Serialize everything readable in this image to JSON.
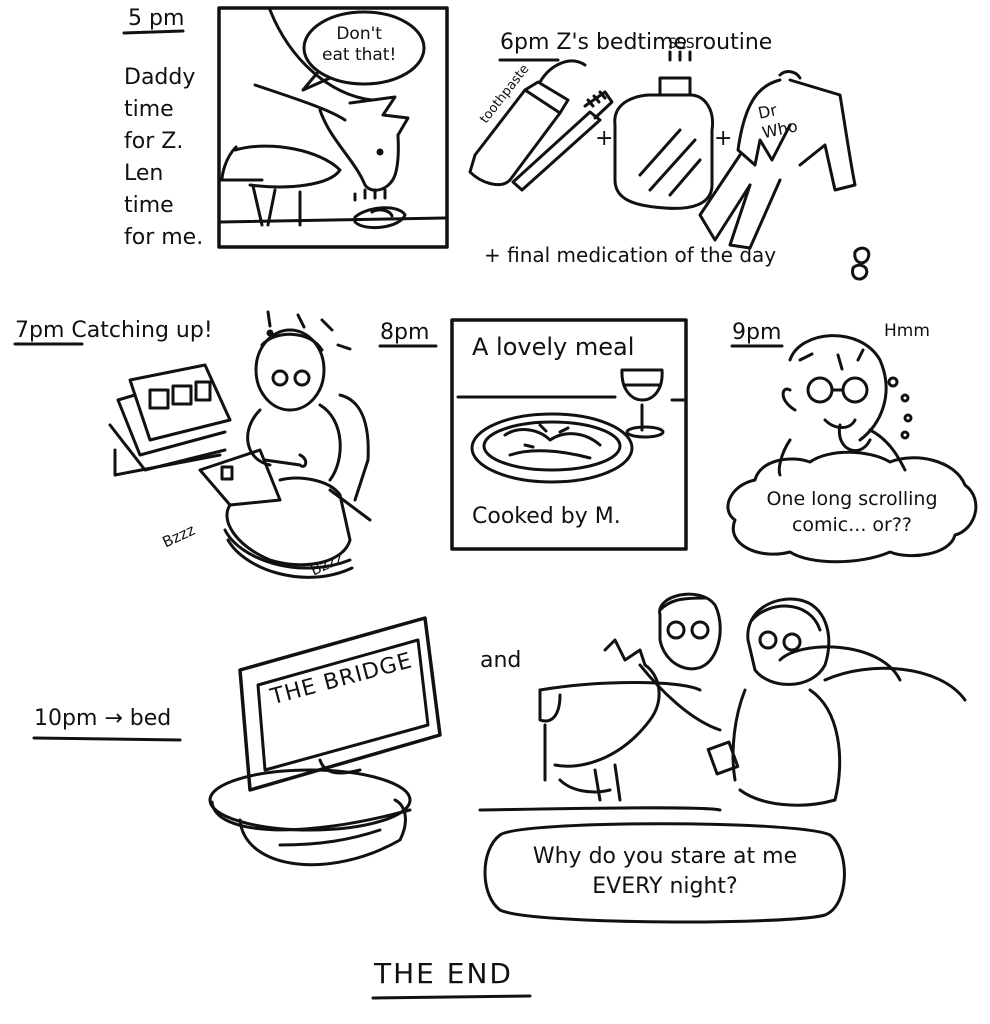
{
  "panel_5pm": {
    "time": "5 pm",
    "lines": [
      "Daddy",
      "time",
      "for Z.",
      "Len",
      "time",
      "for me."
    ],
    "speech": [
      "Don't",
      "eat that!"
    ]
  },
  "panel_6pm": {
    "title": "6pm Z's bedtime routine",
    "toothpaste_label": "toothpaste",
    "plus": "+",
    "steam": "SSS",
    "shirt_text": [
      "Dr",
      "Who"
    ],
    "caption": "+ final medication of the day"
  },
  "panel_7pm": {
    "title": "7pm Catching up!",
    "buzz": "Bzzz"
  },
  "panel_8pm": {
    "time": "8pm",
    "header": "A lovely meal",
    "footer": "Cooked by M."
  },
  "panel_9pm": {
    "time": "9pm",
    "hmm": "Hmm",
    "thought": [
      "One long scrolling",
      "comic... or??"
    ]
  },
  "panel_10pm": {
    "label": "10pm → bed",
    "tv_text": "THE BRIDGE",
    "and": "and",
    "speech": [
      "Why do you stare at me",
      "EVERY night?"
    ]
  },
  "the_end": "THE END"
}
